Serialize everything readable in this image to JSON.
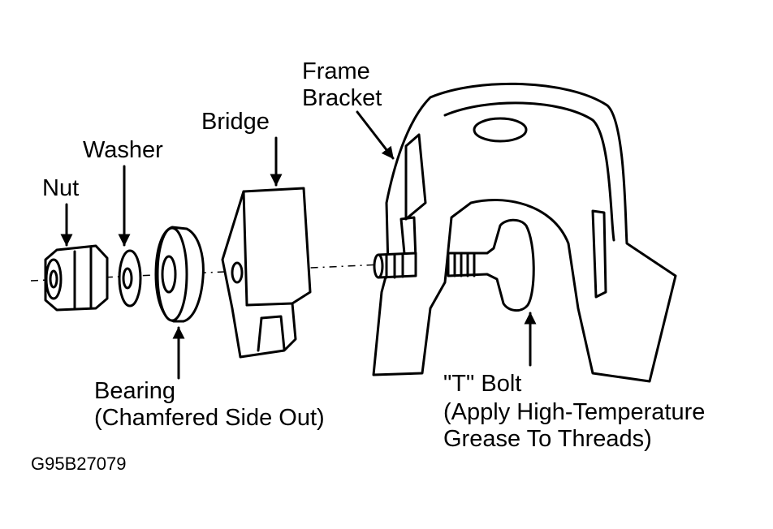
{
  "labels": {
    "nut": "Nut",
    "washer": "Washer",
    "bridge": "Bridge",
    "frame_bracket": [
      "Frame",
      "Bracket"
    ],
    "bearing": [
      "Bearing",
      "(Chamfered Side Out)"
    ],
    "t_bolt": [
      "\"T\" Bolt",
      "(Apply High-Temperature",
      "Grease To Threads)"
    ]
  },
  "figure_code": "G95B27079"
}
